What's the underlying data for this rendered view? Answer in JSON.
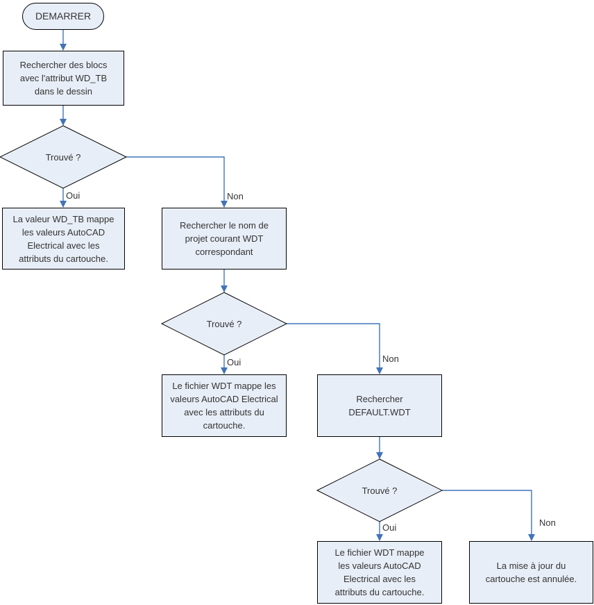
{
  "diagram": {
    "type": "flowchart",
    "language": "fr",
    "colors": {
      "node_fill": "#E8EEF7",
      "node_border": "#000000",
      "connector": "#4173B8",
      "text": "#333333",
      "background": "#FFFFFF"
    },
    "nodes": [
      {
        "id": "start",
        "type": "terminator",
        "label": "DEMARRER"
      },
      {
        "id": "search-blocks",
        "type": "process",
        "label": "Rechercher des blocs\navec l'attribut WD_TB\ndans le dessin"
      },
      {
        "id": "decision-1",
        "type": "decision",
        "label": "Trouvé ?"
      },
      {
        "id": "map-wdtb-value",
        "type": "process",
        "label": "La valeur WD_TB mappe\nles valeurs AutoCAD\nElectrical avec les\nattributs du cartouche."
      },
      {
        "id": "search-project-wdt",
        "type": "process",
        "label": "Rechercher le nom de\nprojet courant WDT\ncorrespondant"
      },
      {
        "id": "decision-2",
        "type": "decision",
        "label": "Trouvé ?"
      },
      {
        "id": "map-wdt-file-a",
        "type": "process",
        "label": "Le fichier WDT mappe les\nvaleurs AutoCAD Electrical\navec les attributs du\ncartouche."
      },
      {
        "id": "search-default-wdt",
        "type": "process",
        "label": "Rechercher\nDEFAULT.WDT"
      },
      {
        "id": "decision-3",
        "type": "decision",
        "label": "Trouvé ?"
      },
      {
        "id": "map-wdt-file-b",
        "type": "process",
        "label": "Le fichier WDT mappe\nles valeurs AutoCAD\nElectrical avec les\nattributs du cartouche."
      },
      {
        "id": "update-cancelled",
        "type": "process",
        "label": "La mise à jour du\ncartouche est annulée."
      }
    ],
    "edge_labels": {
      "oui1": "Oui",
      "non1": "Non",
      "oui2": "Oui",
      "non2": "Non",
      "oui3": "Oui",
      "non3": "Non"
    }
  }
}
